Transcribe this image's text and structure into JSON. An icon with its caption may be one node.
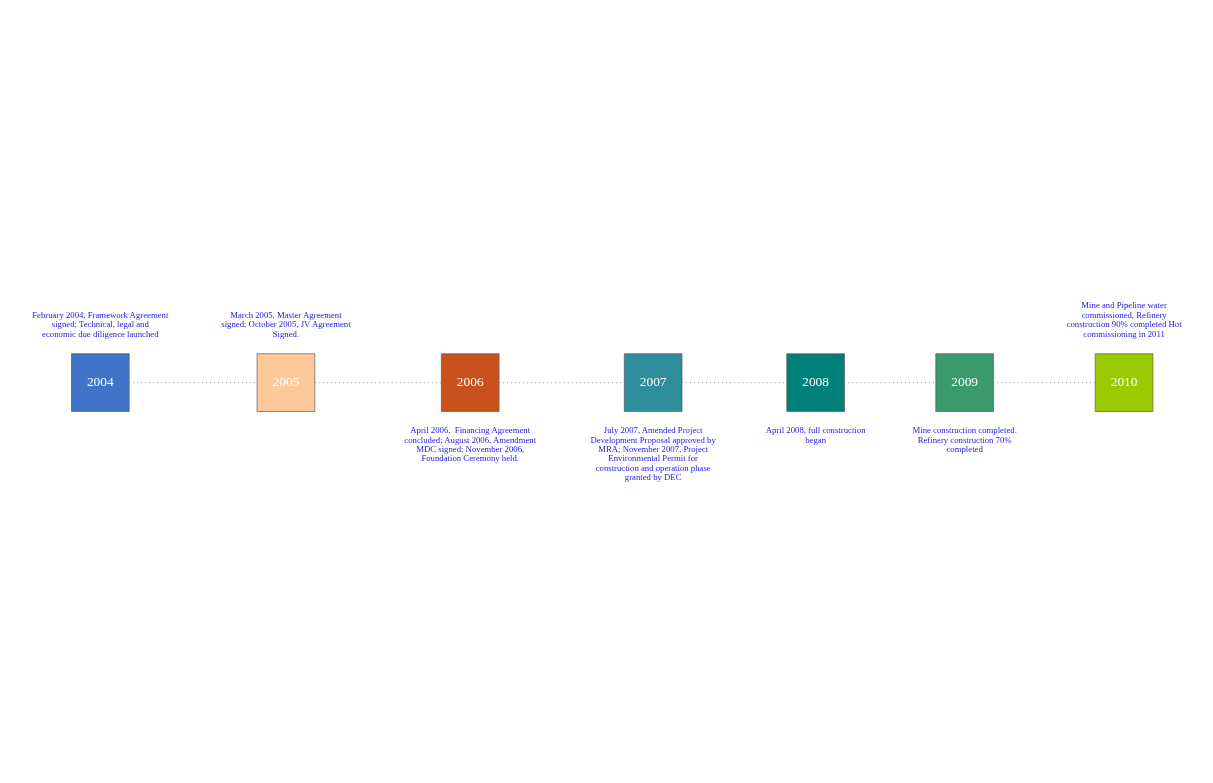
{
  "diagram": {
    "nodes": [
      {
        "text": [
          "2004"
        ],
        "beside": [
          "February 2004, Framework Agreement signed; Technical, legal and economic due diligence launched"
        ]
      },
      {
        "text": [
          "2005"
        ],
        "beside": [
          "March 2005, Master Agreement signed; October 2005, JV Agreement Signed."
        ]
      },
      {
        "text": [
          "2006"
        ],
        "beside": [
          "April 2006,  Financing Agreement concluded; August 2006, Amendment MDC signed; November 2006, Foundation Ceremony held."
        ]
      },
      {
        "text": [
          "2007"
        ],
        "beside": [
          "July 2007, Amended Project Development Proposal approved by MRA; November 2007, Project Environmental Permit for construction and operation phase granted by DEC"
        ]
      },
      {
        "text": [
          "2008"
        ],
        "beside": [
          "April 2008, full construction began"
        ]
      },
      {
        "text": [
          "2009"
        ],
        "beside": [
          "Mine construction completed. Refinery construction 70% completed"
        ]
      },
      {
        "text": [
          "2010"
        ],
        "beside": [
          "Mine and Pipeline water commissioned, Refinery construction 90% completed Hot commissioning in 2011"
        ]
      }
    ],
    "edges": [
      {
        "from": 0,
        "to": 1,
        "arrow": "none"
      },
      {
        "from": 1,
        "to": 2,
        "arrow": "none"
      },
      {
        "from": 2,
        "to": 3,
        "arrow": "none"
      },
      {
        "from": 3,
        "to": 4,
        "arrow": "none"
      },
      {
        "from": 4,
        "to": 5,
        "arrow": "none"
      },
      {
        "from": 5,
        "to": 6,
        "arrow": "none"
      }
    ]
  }
}
